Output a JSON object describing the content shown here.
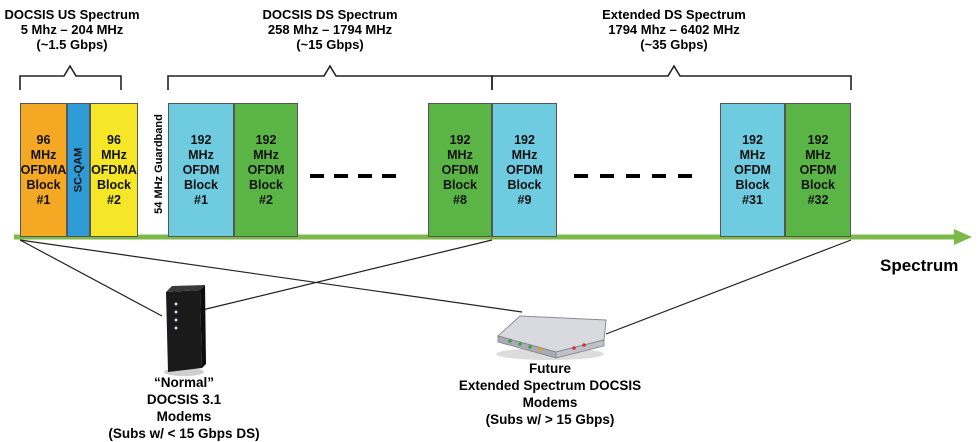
{
  "labels": {
    "us_spectrum": {
      "title": "DOCSIS US Spectrum",
      "range": "5 Mhz – 204 MHz",
      "rate": "(~1.5 Gbps)"
    },
    "ds_spectrum": {
      "title": "DOCSIS DS Spectrum",
      "range": "258 Mhz – 1794 MHz",
      "rate": "(~15 Gbps)"
    },
    "ext_spectrum": {
      "title": "Extended DS Spectrum",
      "range": "1794 Mhz – 6402 MHz",
      "rate": "(~35 Gbps)"
    },
    "guardband": "54 MHz Guardband",
    "sc_qam": "SC-QAM",
    "axis": "Spectrum"
  },
  "blocks": {
    "ofdma1": "96\nMHz\nOFDMA\nBlock\n#1",
    "ofdma2": "96\nMHz\nOFDMA\nBlock\n#2",
    "ofdm1": "192\nMHz\nOFDM\nBlock\n#1",
    "ofdm2": "192\nMHz\nOFDM\nBlock\n#2",
    "ofdm8": "192\nMHz\nOFDM\nBlock\n#8",
    "ofdm9": "192\nMHz\nOFDM\nBlock\n#9",
    "ofdm31": "192\nMHz\nOFDM\nBlock\n#31",
    "ofdm32": "192\nMHz\nOFDM\nBlock\n#32"
  },
  "colors": {
    "orange": "#f5a823",
    "blue_sc": "#2e9bd6",
    "yellow": "#f5e727",
    "cyan": "#6ecbe0",
    "green": "#5bb546",
    "axis": "#7db84a"
  },
  "modems": {
    "normal": {
      "l1": "“Normal”",
      "l2": "DOCSIS 3.1",
      "l3": "Modems",
      "l4": "(Subs w/ < 15 Gbps DS)"
    },
    "future": {
      "l1": "Future",
      "l2": "Extended Spectrum DOCSIS",
      "l3": "Modems",
      "l4": "(Subs w/ > 15 Gbps)"
    }
  }
}
